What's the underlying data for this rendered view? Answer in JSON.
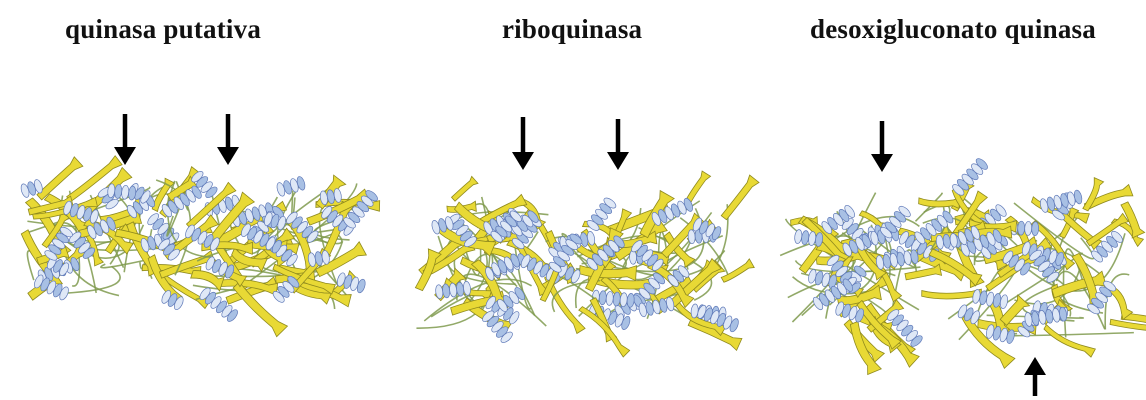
{
  "panels": [
    {
      "title": "quinasa putativa"
    },
    {
      "title": "riboquinasa"
    },
    {
      "title": "desoxigluconato quinasa"
    }
  ],
  "colors": {
    "sheet": "#e8d935",
    "sheet_edge": "#8f8a1e",
    "helix": "#a8c0e4",
    "helix_light": "#dfe8f6",
    "helix_dark": "#5f79b8",
    "coil": "#7f9a4e",
    "arrow": "#000000"
  }
}
